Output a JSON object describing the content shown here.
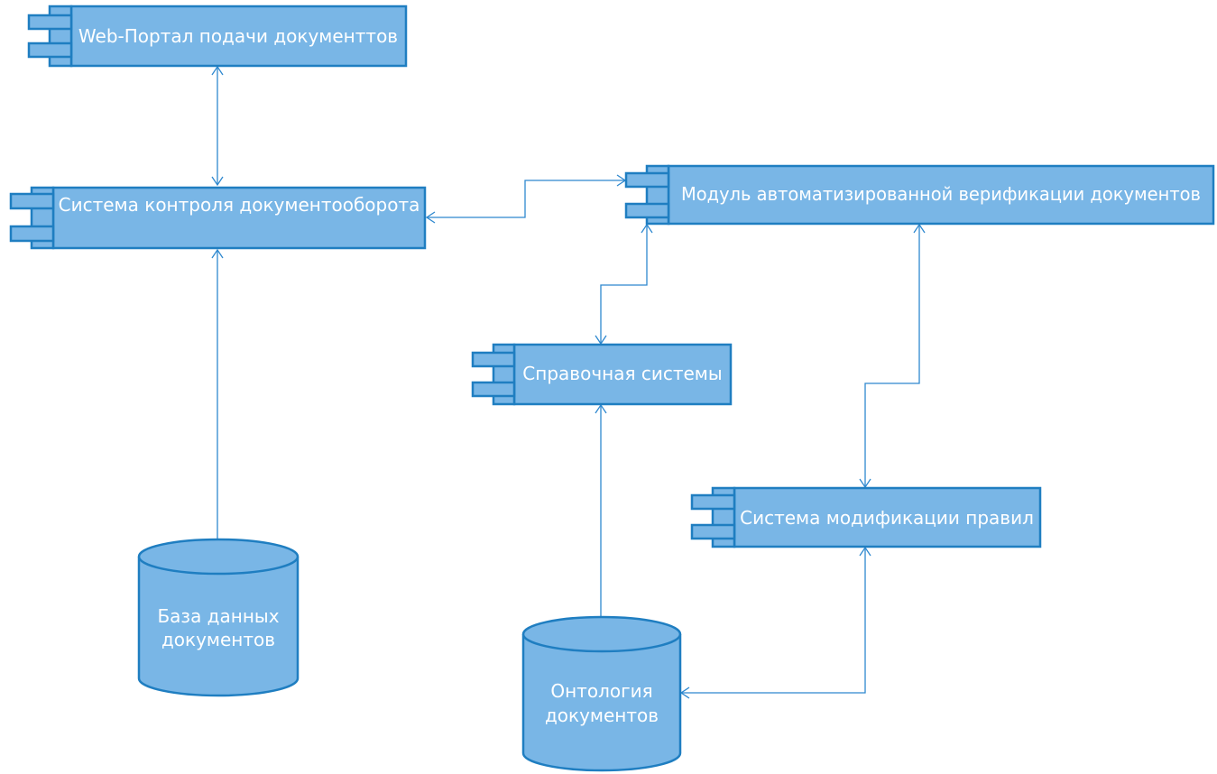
{
  "colors": {
    "fill": "#79b6e6",
    "stroke": "#1f7ec1",
    "connector": "#2e88cf",
    "text": "#ffffff"
  },
  "components": {
    "web_portal": "Web-Портал подачи документтов",
    "control_system": "Система контроля документооборота",
    "verification_module": "Модуль автоматизированной верификации документов",
    "reference_system": "Справочная системы",
    "rules_modification": "Система модификации правил"
  },
  "databases": {
    "documents_db": [
      "База данных",
      "документов"
    ],
    "ontology": [
      "Онтология",
      "документов"
    ]
  }
}
